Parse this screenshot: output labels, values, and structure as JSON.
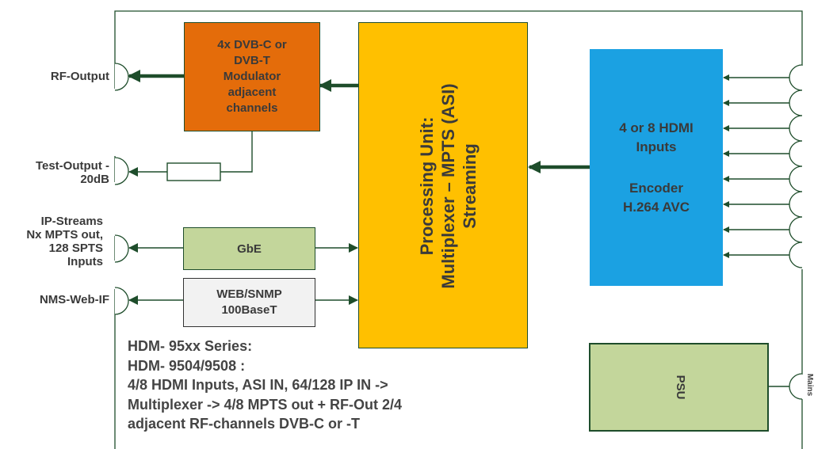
{
  "left_labels": {
    "rf_output": "RF-Output",
    "test_output_line1": "Test-Output -",
    "test_output_line2": "20dB",
    "ip_streams_line1": "IP-Streams",
    "ip_streams_line2": "Nx MPTS out,",
    "ip_streams_line3": "128 SPTS",
    "ip_streams_line4": "Inputs",
    "nms": "NMS-Web-IF"
  },
  "modulator": {
    "line1": "4x DVB-C or",
    "line2": "DVB-T",
    "line3": "Modulator",
    "line4": "adjacent",
    "line5": "channels",
    "color": "#e46c0a"
  },
  "processing_unit": {
    "line1": "Processing Unit:",
    "line2": "Multiplexer – MPTS (ASI)",
    "line3": "Streaming",
    "color": "#ffc000"
  },
  "encoder": {
    "line1": "4 or 8 HDMI",
    "line2": "Inputs",
    "line3": "Encoder",
    "line4": "H.264 AVC",
    "color": "#1ba1e2"
  },
  "gbe": {
    "label": "GbE",
    "color": "#c3d69b"
  },
  "web_snmp": {
    "line1": "WEB/SNMP",
    "line2": "100BaseT",
    "color": "#f2f2f2"
  },
  "psu": {
    "label": "PSU",
    "color": "#c3d69b"
  },
  "mains": {
    "label": "Mains"
  },
  "description": {
    "line1": "HDM- 95xx Series:",
    "line2": "HDM- 9504/9508 :",
    "line3": "4/8 HDMI  Inputs, ASI IN, 64/128 IP IN ->",
    "line4": "Multiplexer -> 4/8 MPTS out + RF-Out 2/4",
    "line5": "adjacent RF-channels DVB-C or -T"
  },
  "colors": {
    "arrow": "#1e4d2b",
    "outline": "#1e4d2b"
  }
}
